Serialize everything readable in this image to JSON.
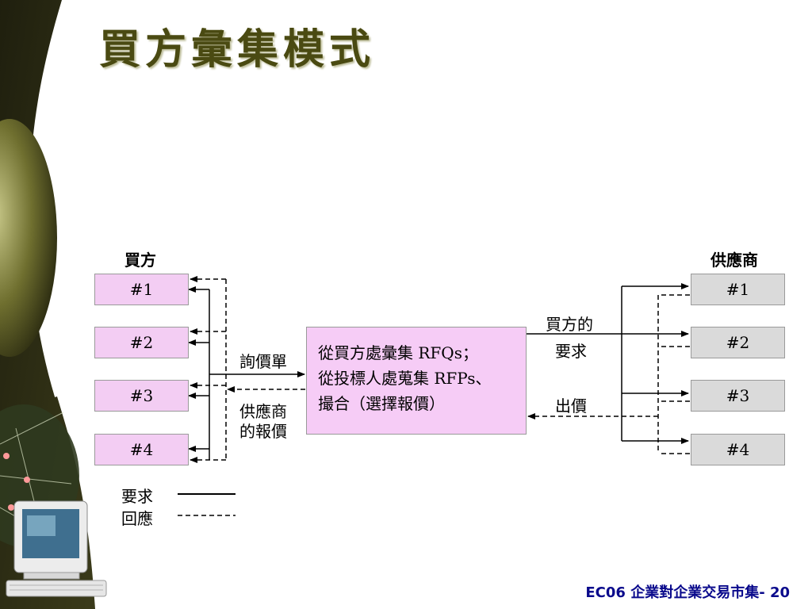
{
  "title": "買方彙集模式",
  "buyer_header": "買方",
  "supplier_header": "供應商",
  "buyers": [
    "#1",
    "#2",
    "#3",
    "#4"
  ],
  "suppliers": [
    "#1",
    "#2",
    "#3",
    "#4"
  ],
  "label_rfq_left": "詢價單",
  "label_quote_left_1": "供應商",
  "label_quote_left_2": "的報價",
  "label_request_right_1": "買方的",
  "label_request_right_2": "要求",
  "label_bid_right": "出價",
  "center_lines": [
    "從買方處彙集 RFQs；",
    "從投標人處蒐集 RFPs、",
    "撮合（選擇報價）"
  ],
  "legend": {
    "request": "要求",
    "response": "回應"
  },
  "footer": "EC06 企業對企業交易市集- 20",
  "colors": {
    "title": "#4a4a12",
    "buyer_box": "#f3cdf3",
    "center_box": "#f6ccf6",
    "supplier_box": "#dadada",
    "footer": "#0a0a8c"
  }
}
